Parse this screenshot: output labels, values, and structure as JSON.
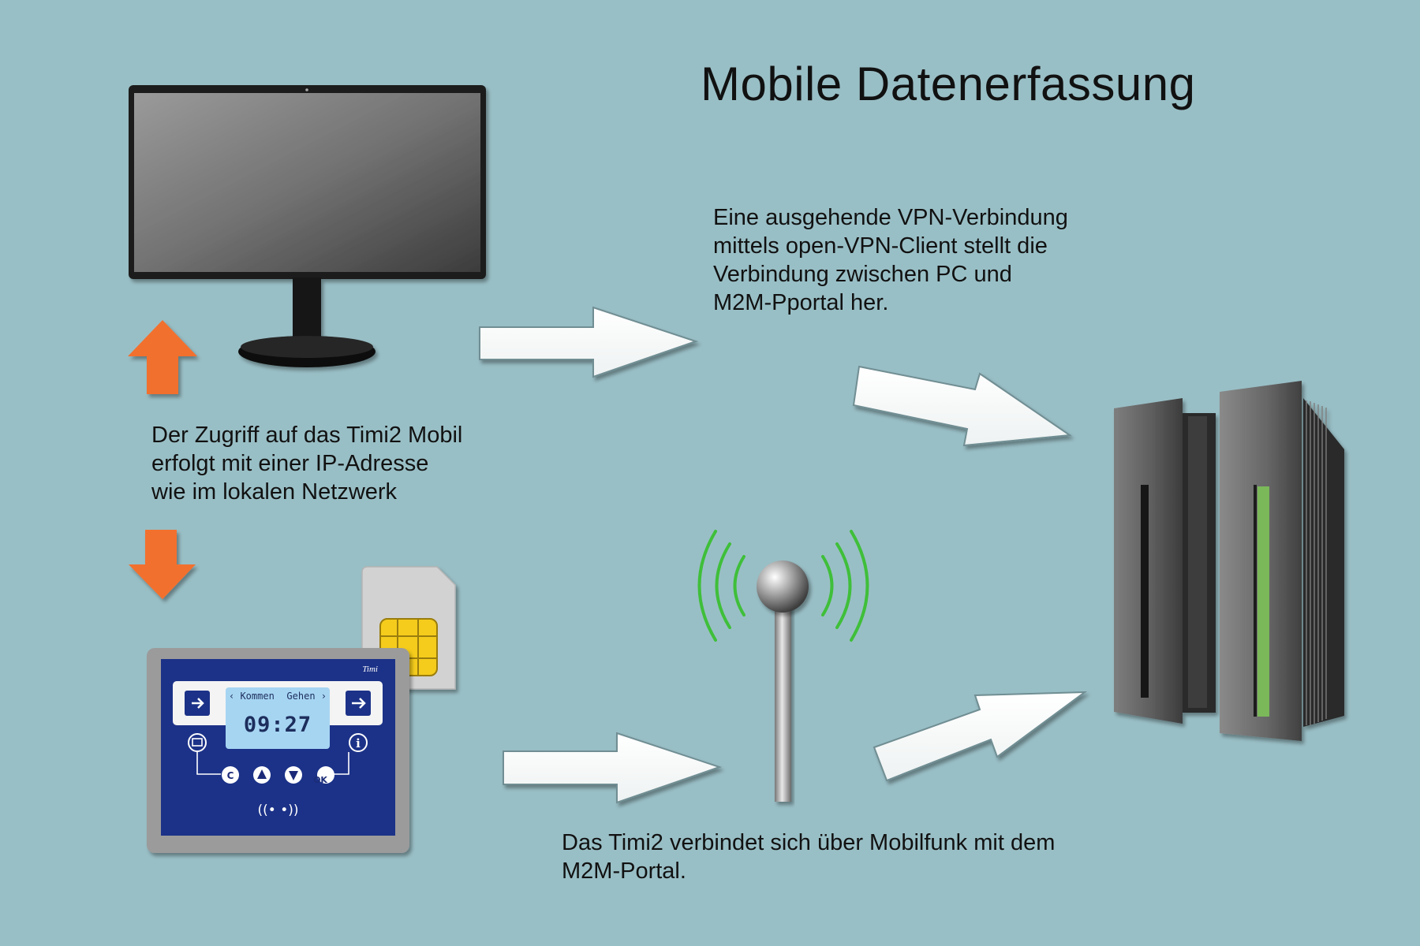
{
  "title": "Mobile Datenerfassung",
  "vpn_text": [
    "Eine ausgehende VPN-Verbindung",
    "mittels open-VPN-Client stellt die",
    "Verbindung zwischen PC und",
    "M2M-Pportal her."
  ],
  "access_text": [
    "Der Zugriff auf das Timi2 Mobil",
    "erfolgt mit einer IP-Adresse",
    "wie im lokalen Netzwerk"
  ],
  "mobile_text": [
    "Das Timi2 verbindet sich über Mobilfunk mit dem",
    "M2M-Portal."
  ],
  "device": {
    "brand": "Timi",
    "kommen_label": "‹ Kommen",
    "gehen_label": "Gehen ›",
    "time": "09:27",
    "ok_label": "OK",
    "nfc_symbol": "((• •))"
  },
  "nodes": {
    "pc": "monitor-icon",
    "terminal": "time-terminal-icon",
    "sim": "sim-card-icon",
    "antenna": "radio-antenna-icon",
    "server": "server-icon"
  },
  "edges": [
    {
      "from": "pc",
      "to": "vpn-text",
      "style": "white-arrow"
    },
    {
      "from": "vpn-text",
      "to": "server",
      "style": "white-arrow"
    },
    {
      "from": "terminal",
      "to": "antenna",
      "style": "white-arrow"
    },
    {
      "from": "antenna",
      "to": "server",
      "style": "white-arrow"
    },
    {
      "from": "access-text",
      "to": "pc",
      "style": "orange-arrow-up"
    },
    {
      "from": "access-text",
      "to": "terminal",
      "style": "orange-arrow-down"
    }
  ],
  "colors": {
    "background": "#99bfc6",
    "orange_arrow": "#f26f2e",
    "signal_waves": "#3fbf3a",
    "device_panel": "#1a3288",
    "lcd": "#a6d5f2",
    "sim_chip": "#f5cc1c",
    "server_led": "#7ab85a"
  }
}
